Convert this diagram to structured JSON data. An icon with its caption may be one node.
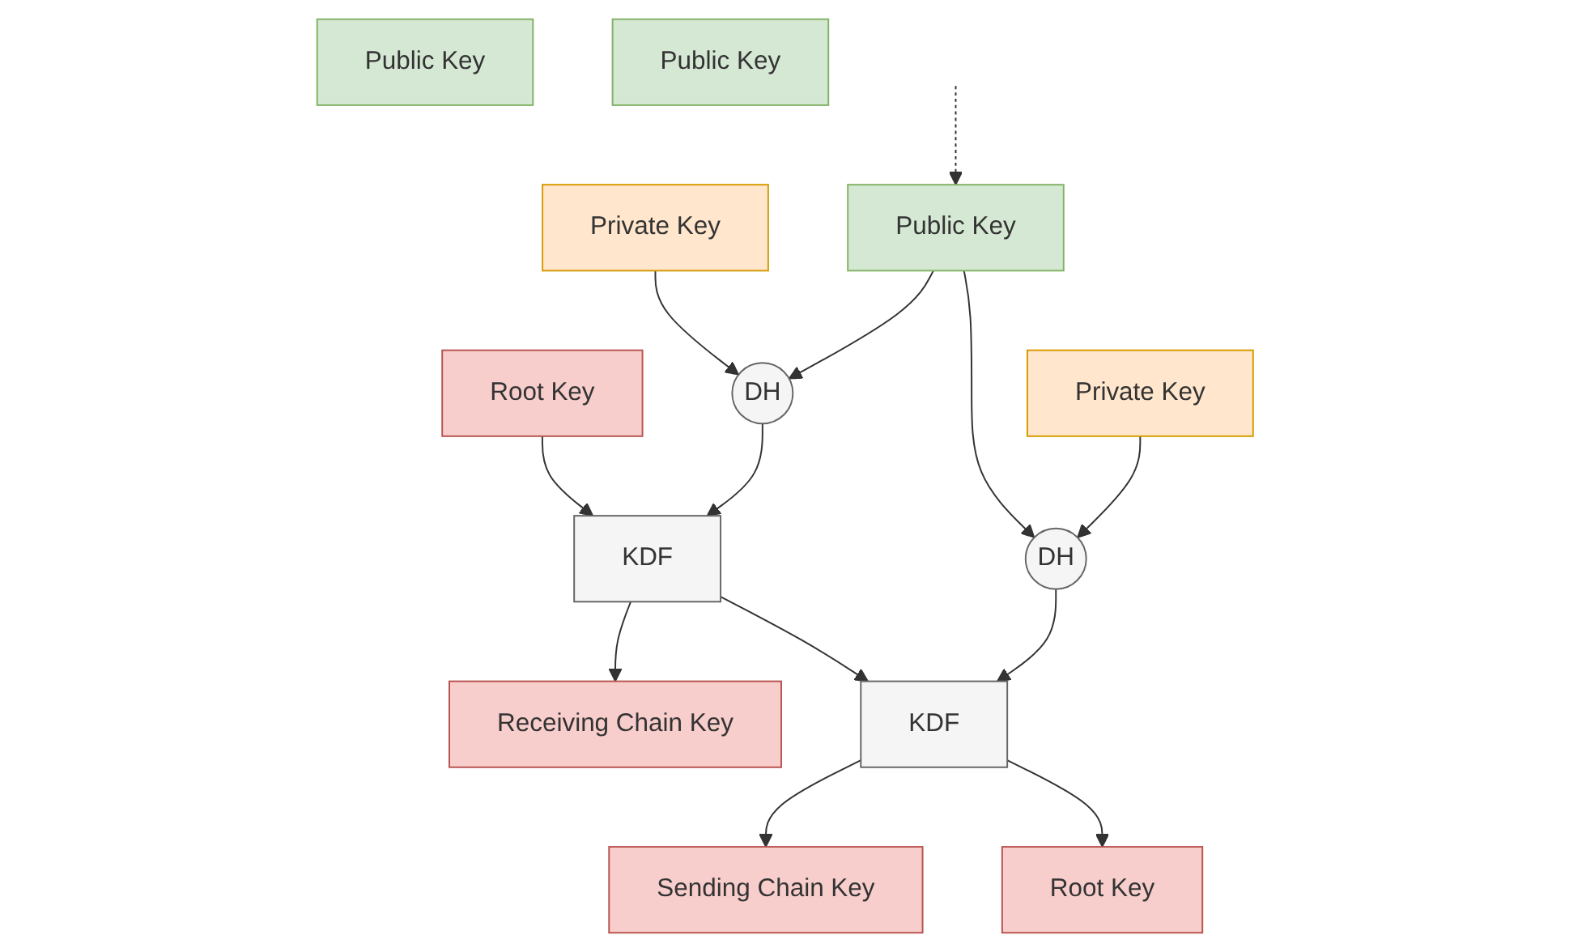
{
  "diagram": {
    "nodes": [
      {
        "text": [
          "Public Key"
        ]
      },
      {
        "text": [
          "Private Key"
        ]
      },
      {
        "text": [
          "DH"
        ]
      },
      {
        "text": [
          "Root Key"
        ]
      },
      {
        "text": [
          "KDF"
        ]
      },
      {
        "text": [
          "Public Key"
        ]
      },
      {
        "text": [
          "Receiving Chain Key"
        ]
      },
      {
        "text": [
          "DH"
        ]
      },
      {
        "text": [
          "KDF"
        ]
      },
      {
        "text": [
          "Public Key"
        ]
      },
      {
        "text": [
          "Private Key"
        ]
      },
      {
        "text": [
          "Sending Chain Key"
        ]
      },
      {
        "text": [
          "Root Key"
        ]
      }
    ],
    "edges": [
      {
        "from": 1,
        "to": 2,
        "arrow": "to"
      },
      {
        "from": 3,
        "to": 4,
        "arrow": "to"
      },
      {
        "from": 2,
        "to": 4,
        "arrow": "to"
      },
      {
        "from": 5,
        "to": 2,
        "arrow": "to"
      },
      {
        "from": null,
        "to": 5,
        "arrow": "to",
        "style": "dashed"
      },
      {
        "from": 4,
        "to": 6,
        "arrow": "to"
      },
      {
        "from": 4,
        "to": 8,
        "arrow": "to"
      },
      {
        "from": 5,
        "to": 7,
        "arrow": "to"
      },
      {
        "from": 10,
        "to": 7,
        "arrow": "to"
      },
      {
        "from": 7,
        "to": 8,
        "arrow": "to"
      },
      {
        "from": 8,
        "to": 11,
        "arrow": "to"
      },
      {
        "from": 8,
        "to": 12,
        "arrow": "to"
      }
    ]
  }
}
